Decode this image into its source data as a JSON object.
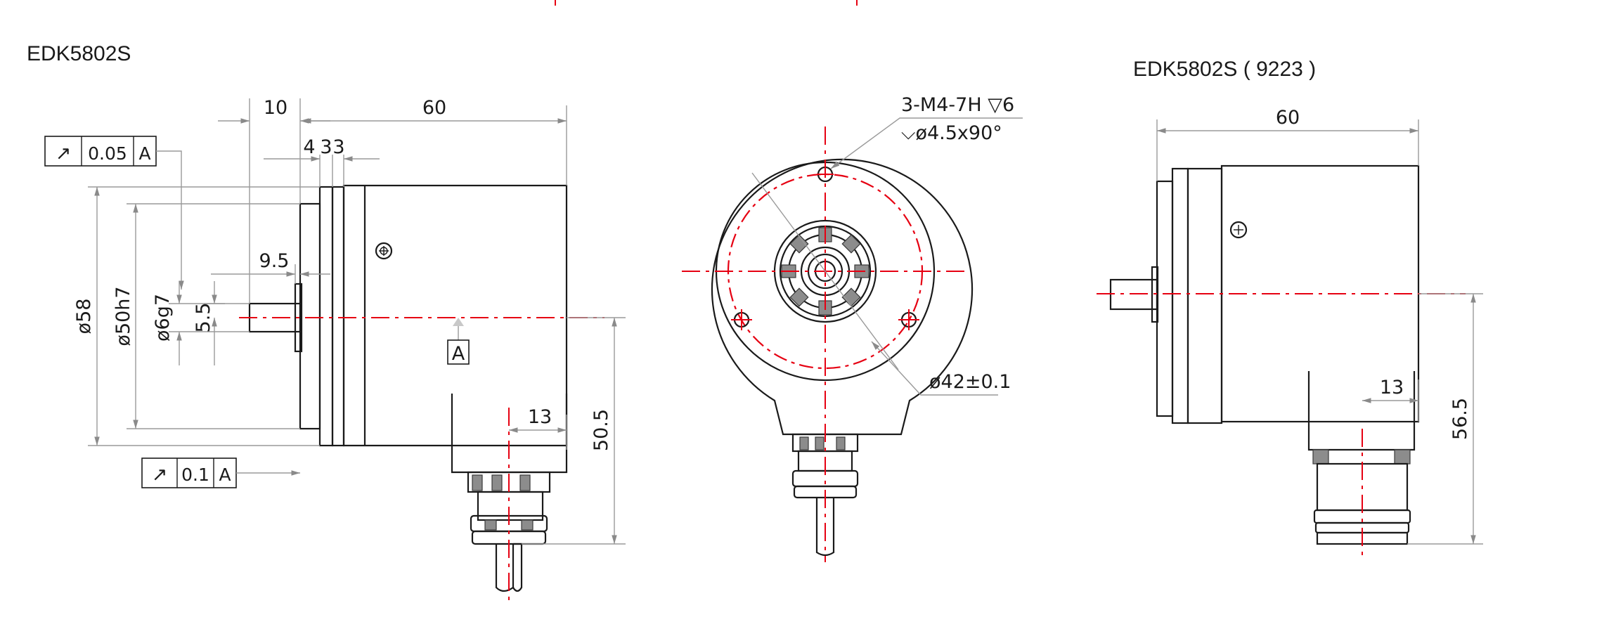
{
  "views": {
    "left": {
      "title": "EDK5802S",
      "dims": {
        "shaft_len": "10",
        "body_len": "60",
        "flange_thk": "4",
        "flange_gap": "3",
        "gap2": "3",
        "shaft_step": "9.5",
        "dia_58": "ø58",
        "dia_50": "ø50h7",
        "dia_6": "ø6g7",
        "shaft_h": "5.5",
        "cable_offset": "13",
        "height_505": "50.5"
      },
      "tol_top": {
        "symbol": "↗",
        "value": "0.05",
        "datum": "A"
      },
      "tol_bottom": {
        "symbol": "↗",
        "value": "0.1",
        "datum": "A"
      },
      "datum_label": "A"
    },
    "front": {
      "thread_note": "3-M4-7H ▽6",
      "counter_note": "⌵ø4.5x90°",
      "pcd": "ø42±0.1"
    },
    "right": {
      "title": "EDK5802S ( 9223 )",
      "dims": {
        "body_len": "60",
        "conn_offset": "13",
        "height_565": "56.5"
      }
    }
  },
  "colors": {
    "line": "#1a1a1a",
    "dimension": "#9a9a9a",
    "centerline": "#e60012"
  }
}
